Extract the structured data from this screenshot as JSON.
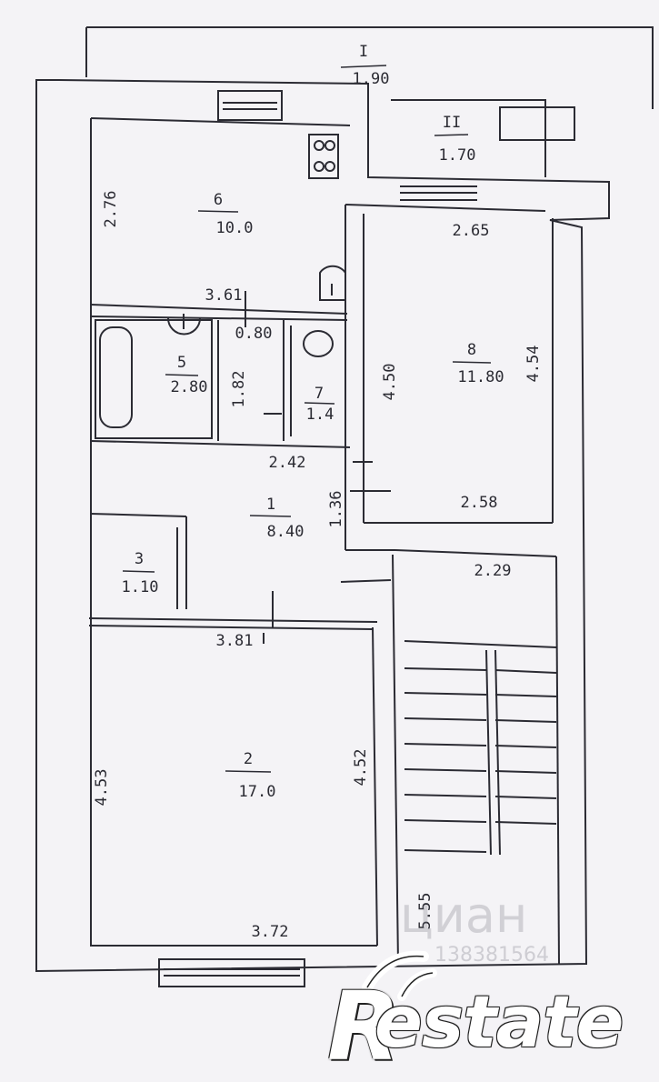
{
  "rooms": [
    {
      "id": "balcony-1",
      "number": "I",
      "area": "1.90"
    },
    {
      "id": "balcony-2",
      "number": "II",
      "area": "1.70"
    },
    {
      "id": "room-6",
      "number": "6",
      "area": "10.0"
    },
    {
      "id": "room-5",
      "number": "5",
      "area": "2.80"
    },
    {
      "id": "room-7",
      "number": "7",
      "area": "1.4"
    },
    {
      "id": "room-8",
      "number": "8",
      "area": "11.80"
    },
    {
      "id": "room-1",
      "number": "1",
      "area": "8.40"
    },
    {
      "id": "room-3",
      "number": "3",
      "area": "1.10"
    },
    {
      "id": "room-2",
      "number": "2",
      "area": "17.0"
    }
  ],
  "dimensions": {
    "d_2_76": "2.76",
    "d_2_65": "2.65",
    "d_3_61": "3.61",
    "d_0_80": "0.80",
    "d_1_82": "1.82",
    "d_4_50": "4.50",
    "d_4_54": "4.54",
    "d_2_42": "2.42",
    "d_1_36": "1.36",
    "d_2_58": "2.58",
    "d_2_29": "2.29",
    "d_3_81": "3.81",
    "d_4_53": "4.53",
    "d_4_52": "4.52",
    "d_5_55": "5.55",
    "d_3_72": "3.72"
  },
  "watermarks": {
    "cian": "циан",
    "cian_number": "138381564",
    "brand_r": "R",
    "brand_text": "estate"
  },
  "colors": {
    "paper": "#f4f3f6",
    "ink": "#2b2b33"
  }
}
